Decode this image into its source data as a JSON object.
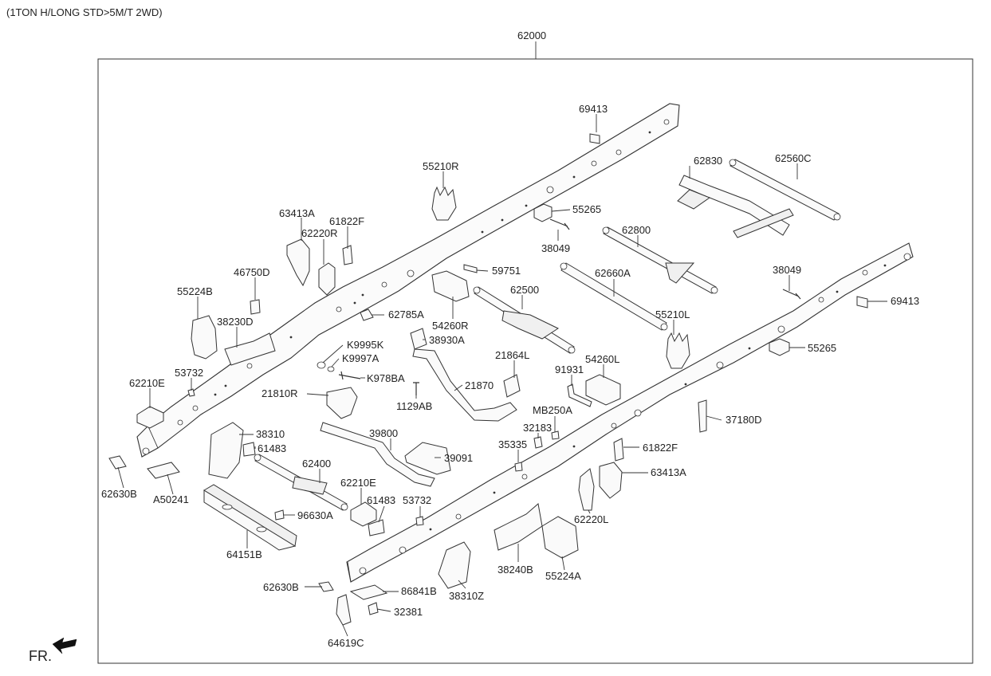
{
  "header": "(1TON H/LONG STD>5M/T 2WD)",
  "direction_label": "FR.",
  "parts": [
    "62000",
    "69413",
    "55210R",
    "62830",
    "62560C",
    "55265",
    "63413A",
    "61822F",
    "62220R",
    "38049",
    "62800",
    "46750D",
    "59751",
    "62660A",
    "38049",
    "69413",
    "55224B",
    "62500",
    "62785A",
    "54260R",
    "55210L",
    "38230D",
    "K9995K",
    "38930A",
    "55265",
    "K9997A",
    "21864L",
    "54260L",
    "53732",
    "K978BA",
    "91931",
    "62210E",
    "21870",
    "1129AB",
    "21810R",
    "MB250A",
    "37180D",
    "38310",
    "32183",
    "39800",
    "61483",
    "35335",
    "39091",
    "61822F",
    "62630B",
    "62400",
    "A50241",
    "63413A",
    "62210E",
    "61483",
    "53732",
    "96630A",
    "62220L",
    "64151B",
    "38240B",
    "55224A",
    "62630B",
    "86841B",
    "38310Z",
    "32381",
    "64619C"
  ]
}
